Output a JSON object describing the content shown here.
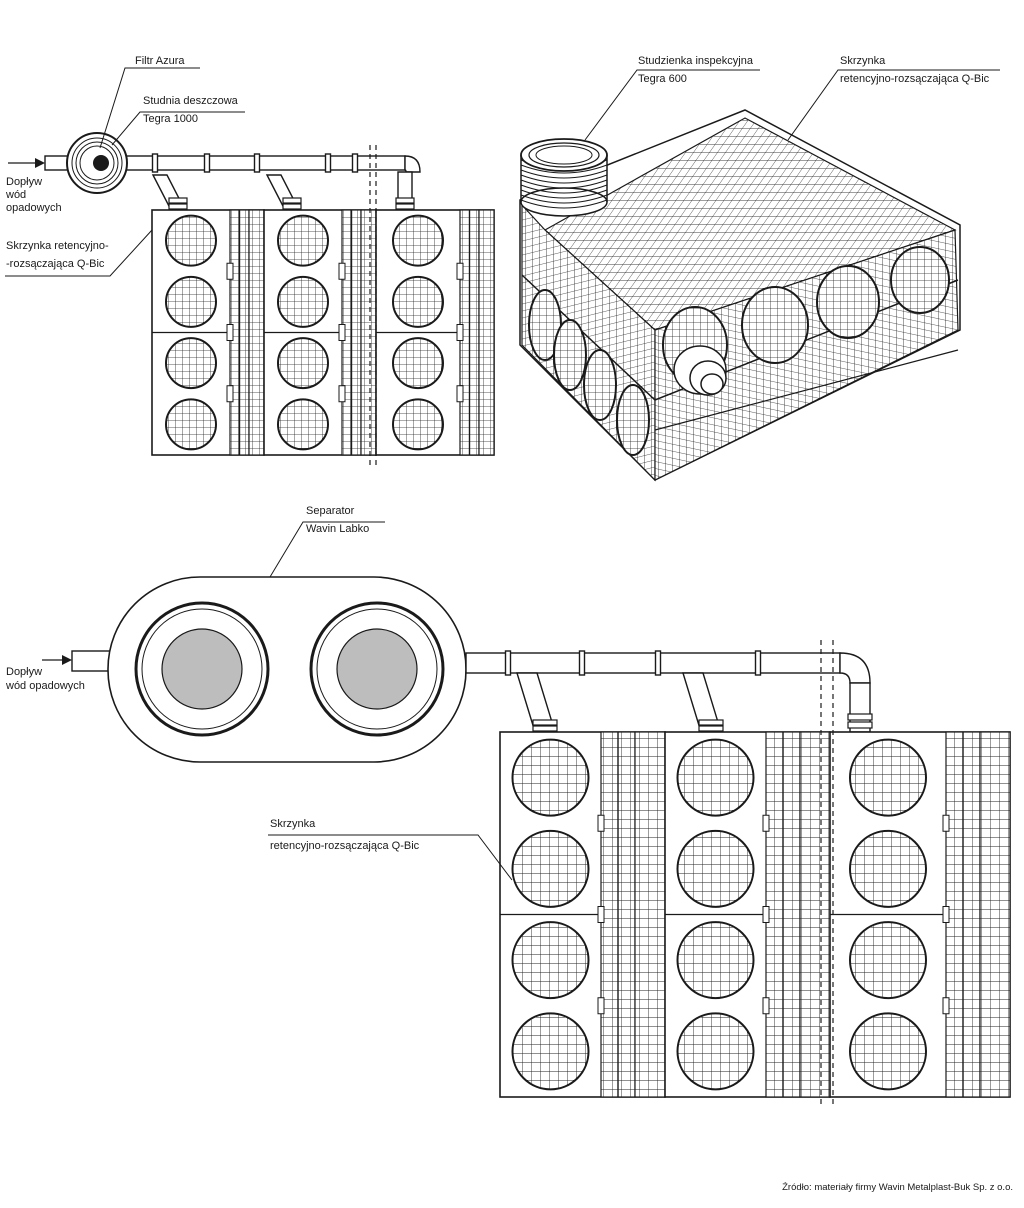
{
  "diagram1": {
    "filter_label": "Filtr Azura",
    "well_label_1": "Studnia deszczowa",
    "well_label_2": "Tegra 1000",
    "inflow_label_1": "Dopływ",
    "inflow_label_2": "wód",
    "inflow_label_3": "opadowych",
    "box_label_1": "Skrzynka retencyjno-",
    "box_label_2": "-rozsączająca Q-Bic"
  },
  "diagram2": {
    "chamber_label_1": "Studzienka inspekcyjna",
    "chamber_label_2": "Tegra 600",
    "box_label_1": "Skrzynka",
    "box_label_2": "retencyjno-rozsączająca Q-Bic"
  },
  "diagram3": {
    "separator_label_1": "Separator",
    "separator_label_2": "Wavin Labko",
    "inflow_label_1": "Dopływ",
    "inflow_label_2": "wód opadowych",
    "box_label_1": "Skrzynka",
    "box_label_2": "retencyjno-rozsączająca Q-Bic"
  },
  "source_note": "Źródło: materiały firmy Wavin Metalplast-Buk Sp. z o.o.",
  "colors": {
    "line": "#1a1a1a",
    "separator_core": "#bdbdbd",
    "background": "#ffffff"
  }
}
